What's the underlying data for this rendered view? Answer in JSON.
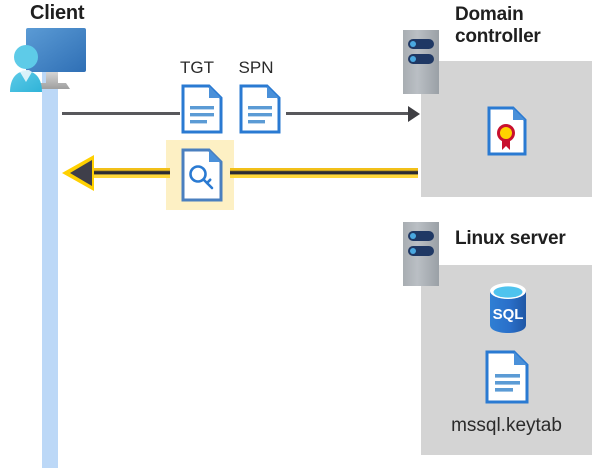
{
  "diagram": {
    "title_client": "Client",
    "title_domain_controller": "Domain controller",
    "title_linux_server": "Linux server",
    "labels": {
      "tgt": "TGT",
      "spn": "SPN",
      "keytab": "mssql.keytab"
    },
    "sql_icon_text": "SQL",
    "icons": {
      "client": "client-workstation-icon",
      "tgt_document": "tgt-document-icon",
      "spn_document": "spn-document-icon",
      "key_document": "service-ticket-key-document-icon",
      "certificate": "certificate-document-icon",
      "sql_database": "sql-database-icon",
      "keytab_document": "keytab-document-icon",
      "dc_server": "domain-controller-server-rack-icon",
      "linux_server": "linux-server-rack-icon"
    },
    "arrows": {
      "request": "request-arrow-right",
      "response": "response-arrow-left-highlighted"
    },
    "colors": {
      "lifeline": "#bcd8f7",
      "panel": "#d4d4d4",
      "highlight": "#fdf0c4",
      "arrow_gray": "#58585c",
      "arrow_yellow": "#ffd000",
      "doc_blue": "#2a7ad2",
      "rack_navy": "#1f3864",
      "cert_red": "#c8102e",
      "cert_gold": "#ffd200",
      "sql_blue": "#2a6fc9"
    }
  }
}
